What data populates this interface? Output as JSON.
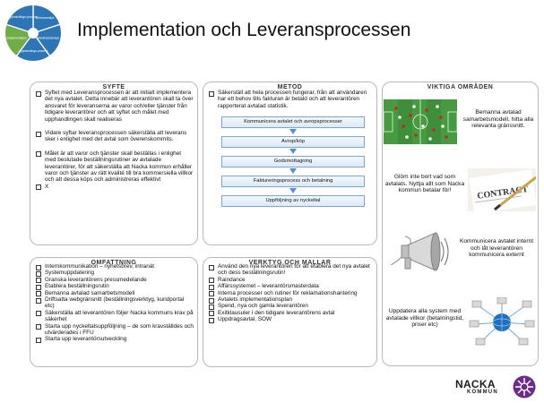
{
  "header": {
    "title": "Implementation och Leveransprocessen",
    "wheel_segments": [
      "Upphandlings-process",
      "Behovsanalys",
      "Marknadsanalys",
      "Upphandlings-process",
      "Implementation"
    ]
  },
  "syfte": {
    "heading": "SYFTE",
    "items": [
      "Syftet med Leveransprocessen är att initialt implementera det nya avtalet. Detta innebär att leverantören skall ta över ansvaret för leveranserna av varor och/eller tjänster från tidigare leverantörer och att syftet och målet med upphandlingen skall realiseras",
      "Vidare syftar leveransprocessen säkerställa att leverans sker i enlighet med det avtal som överenskommits.",
      "Målet är att varor och tjänster skall beställas i enlighet med beslutade beställningsrutiner av avtalade leverantörer, för att säkerställa att Nacka kommun erhåller varor och tjänster av rätt kvalité till bra kommersiella villkor och att dessa köps och administreras effektivt",
      "X"
    ]
  },
  "metod": {
    "heading": "METOD",
    "items": [
      "Säkerställ att hela processen fungerar, från att användaren har ett behov tills fakturan är betald och att leverantören rapporterat avtalad statistik."
    ],
    "flow": [
      "Kommunicera avtalet och avropsprocesser",
      "Avrop/köp",
      "Godsmottagning",
      "Faktureringsprocess och betalning",
      "Uppföljning av nyckeltal"
    ]
  },
  "viktiga": {
    "heading": "VIKTIGA OMRÅDEN",
    "items": [
      "Bemanna avtalad samarbetsmodell, hitta alla relevanta gränssnitt.",
      "Glöm inte bort vad som avtalats. Nyttja allt som Nacka kommun betalar för!",
      "Kommunicera avtalet internt och låt leverantören kommunicera externt",
      "Uppdatera alla system med avtalade villkor (betalningstid, priser etc)"
    ],
    "contract_word": "CONTRACT"
  },
  "omfattning": {
    "heading": "OMFATTNING",
    "items": [
      "Internkommunikation – nyhetsbrev, intranät",
      "Systemuppdatering",
      "Granska leverantörens pressmedelande",
      "Etablera beställningsrutin",
      "Bemanna avtalad samarbetsmodell",
      "Driftsatta webgränsnitt (beställningsverktyg, kundportal etc)",
      "Säkerställa att leverantören följer Nacka kommuns krav på säkerhet",
      "Starta upp nyckeltalsuppföljning – de som kravställdes och utvärderades i FFU",
      "Starta upp leverantörsutveckling"
    ]
  },
  "verktyg": {
    "heading": "VERKTYG OCH MALLAR",
    "items": [
      "Använd den nya leverantören för att etablera det nya avtalet och dess beställningsrutin!",
      "Raindance",
      "Affärssystemet – leverantörsmasterdata",
      "Interna processer och rutiner för reklamationshantering",
      "Avtalets implementationsplan",
      "Spend, nya och gamla leverantören",
      "Exitklausuler i den tidigare leverantörens avtal",
      "Uppdragsavtal, SOW"
    ]
  },
  "footer": {
    "logo_name": "NACKA",
    "logo_sub": "KOMMUN"
  },
  "colors": {
    "wheel_blue": "#2e75b6",
    "wheel_green": "#70ad47",
    "flow_border": "#7ba7d8",
    "nacka_purple": "#6b2d8b"
  }
}
